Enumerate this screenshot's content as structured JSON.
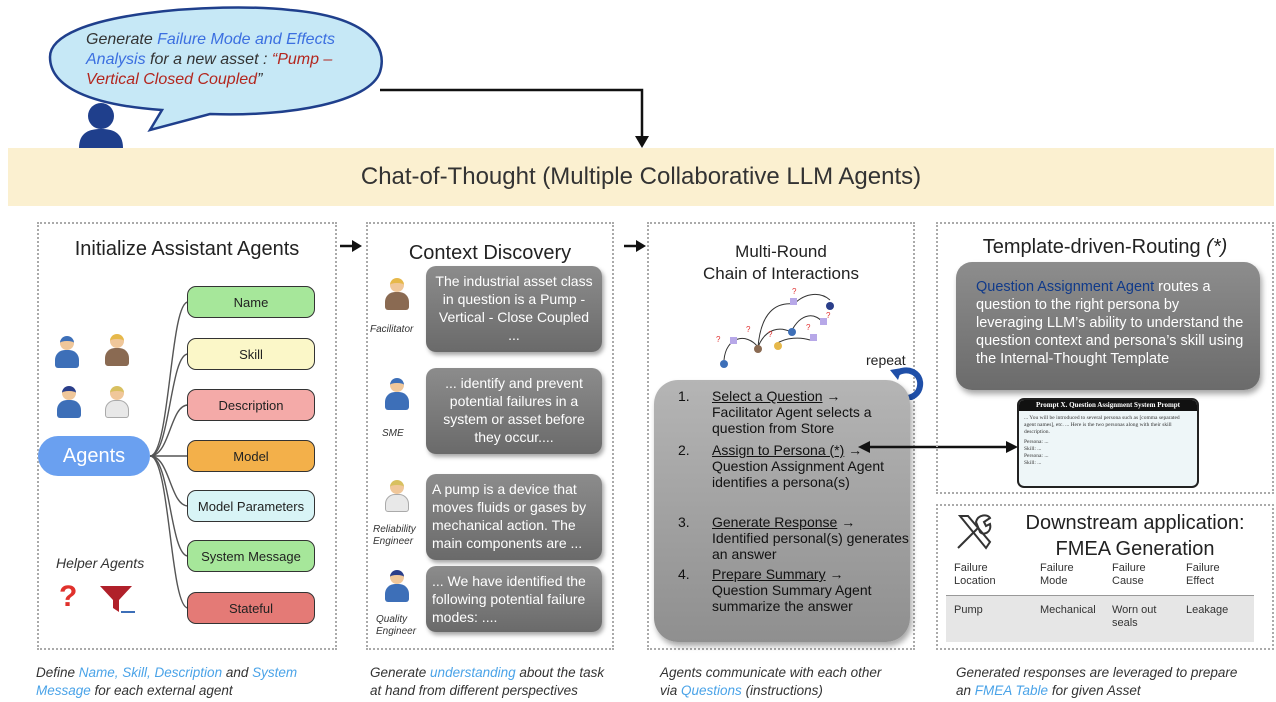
{
  "prompt": {
    "line1_a": "Generate ",
    "line1_b": "Failure Mode and Effects",
    "line2_a": "Analysis",
    "line2_b": " for a new asset : ",
    "line2_c": "“Pump –",
    "line3_a": "Vertical Closed Coupled",
    "line3_b": "”"
  },
  "banner": {
    "title": "Chat-of-Thought (Multiple Collaborative LLM Agents)"
  },
  "panel1": {
    "title": "Initialize Assistant Agents",
    "root": "Agents",
    "attributes": [
      "Name",
      "Skill",
      "Description",
      "Model",
      "Model Parameters",
      "System Message",
      "Stateful"
    ],
    "attribute_colors": [
      "#a6e79a",
      "#fbf7c8",
      "#f4aaa8",
      "#f3b04a",
      "#d8f4f6",
      "#a6e79a",
      "#e47a76"
    ],
    "helper_label": "Helper Agents",
    "caption": {
      "a": "Define ",
      "b": "Name, Skill, Description",
      "c": " and ",
      "d": "System",
      "e": "Message",
      "f": " for each external agent"
    }
  },
  "panel2": {
    "title": "Context Discovery",
    "items": [
      {
        "role": "Facilitator",
        "text": "The industrial asset class in question is a Pump - Vertical - Close Coupled ..."
      },
      {
        "role": "SME",
        "text": "... identify and prevent potential failures in a system or asset before they occur...."
      },
      {
        "role": "Reliability Engineer",
        "text": "A pump is a device that moves fluids or gases by mechanical action. The main components  are ..."
      },
      {
        "role": "Quality Engineer",
        "text": "... We have identified the following potential failure modes: ...."
      }
    ],
    "caption": {
      "a": "Generate ",
      "b": "understanding",
      "c": " about the task",
      "d": "at hand from different perspectives"
    }
  },
  "panel3": {
    "title_1": "Multi-Round",
    "title_2": "Chain of Interactions",
    "repeat": "repeat",
    "steps": [
      {
        "num": "1.",
        "head": "Select a Question",
        "arrow": " →",
        "body": "Facilitator Agent selects a question from Store"
      },
      {
        "num": "2.",
        "head": "Assign to Persona (*)",
        "arrow": " →",
        "body": "Question Assignment Agent identifies a persona(s)"
      },
      {
        "num": "3.",
        "head": "Generate Response",
        "arrow": " →",
        "body": "Identified personal(s) generates an answer"
      },
      {
        "num": "4.",
        "head": "Prepare Summary",
        "arrow": " →",
        "body": "Question Summary Agent summarize the answer"
      }
    ],
    "caption": {
      "a": "Agents communicate with each other",
      "b": "via ",
      "c": "Questions",
      "d": " (instructions)"
    }
  },
  "panel4": {
    "title": "Template-driven-Routing ",
    "title_star": "(*)",
    "route_hl": "Question Assignment Agent",
    "route_text": " routes a question to the right persona by leveraging LLM’s ability to understand the question context and persona’s skill using the Internal-Thought Template",
    "prompt_card": {
      "header": "Prompt X. Question Assignment System Prompt",
      "body": "... You will be introduced to several persona such as [comma separated agent names], etc. ... Here is the two personas along with their skill description.",
      "persona": "Persona: ...",
      "skill": "Skill: ..."
    }
  },
  "panel5": {
    "title_1": "Downstream application:",
    "title_2": "FMEA Generation",
    "table": {
      "headers": [
        "Failure Location",
        "Failure Mode",
        "Failure Cause",
        "Failure Effect"
      ],
      "row": [
        "Pump",
        "Mechanical",
        "Worn out seals",
        "Leakage"
      ]
    },
    "caption": {
      "a": "Generated responses are leveraged to prepare",
      "b": "an ",
      "c": "FMEA Table",
      "d": " for given Asset"
    }
  }
}
